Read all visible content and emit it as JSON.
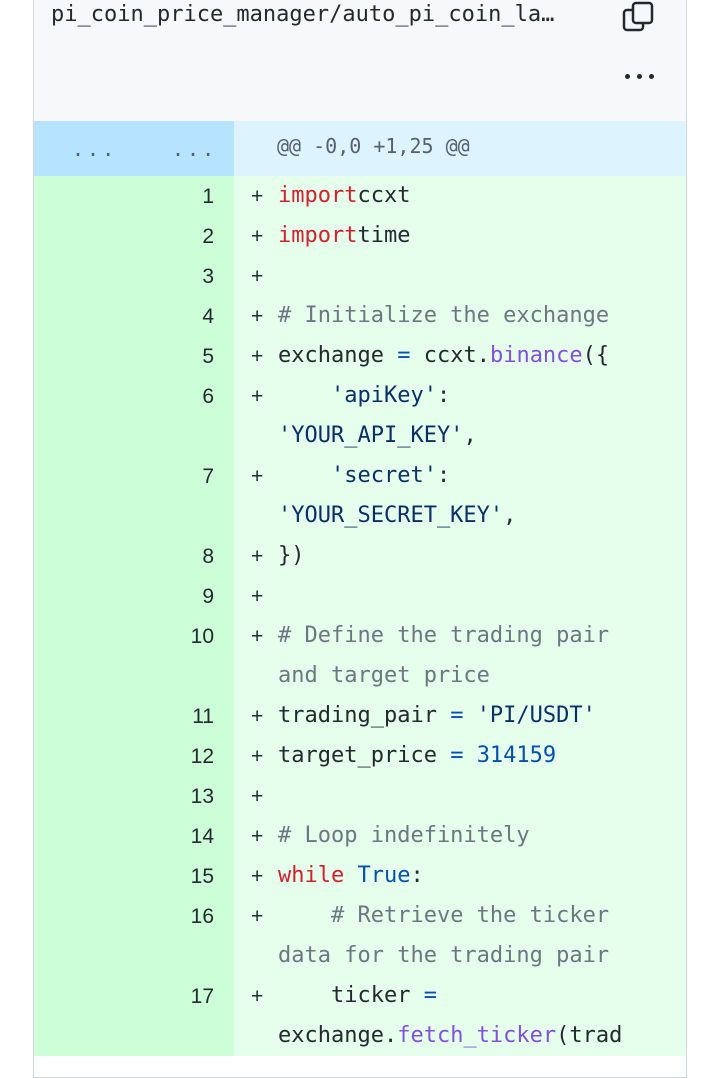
{
  "file": {
    "path": "pi_coin_price_manager/auto_pi_coin_la…",
    "copy_icon": "copy-icon",
    "more_icon": "kebab-horizontal-icon"
  },
  "hunk": {
    "left_expander": "...",
    "right_expander": "...",
    "header": "@@ -0,0 +1,25 @@"
  },
  "colors": {
    "added_gutter": "#ccffd8",
    "added_code": "#e6ffec",
    "hunk_bg": "#ddf4ff",
    "keyword": "#cf222e",
    "string": "#0a3069",
    "function": "#8250df",
    "comment": "#6e7781"
  },
  "lines": [
    {
      "n": "1",
      "marker": "+",
      "parts": [
        [
          "kw",
          "import"
        ],
        [
          "",
          "ccxt"
        ]
      ]
    },
    {
      "n": "2",
      "marker": "+",
      "parts": [
        [
          "kw",
          "import"
        ],
        [
          "",
          "time"
        ]
      ]
    },
    {
      "n": "3",
      "marker": "+",
      "parts": []
    },
    {
      "n": "4",
      "marker": "+",
      "parts": [
        [
          "com",
          "# Initialize the exchange"
        ]
      ]
    },
    {
      "n": "5",
      "marker": "+",
      "parts": [
        [
          "",
          "exchange "
        ],
        [
          "op",
          "="
        ],
        [
          "",
          " ccxt."
        ],
        [
          "fn",
          "binance"
        ],
        [
          "",
          "({"
        ]
      ]
    },
    {
      "n": "6",
      "marker": "+",
      "parts": [
        [
          "",
          "    "
        ],
        [
          "str",
          "'apiKey'"
        ],
        [
          "",
          ":"
        ]
      ],
      "wrap": [
        [
          "str",
          "'YOUR_API_KEY'"
        ],
        [
          "",
          ","
        ]
      ]
    },
    {
      "n": "7",
      "marker": "+",
      "parts": [
        [
          "",
          "    "
        ],
        [
          "str",
          "'secret'"
        ],
        [
          "",
          ":"
        ]
      ],
      "wrap": [
        [
          "str",
          "'YOUR_SECRET_KEY'"
        ],
        [
          "",
          ","
        ]
      ]
    },
    {
      "n": "8",
      "marker": "+",
      "parts": [
        [
          "",
          "})"
        ]
      ]
    },
    {
      "n": "9",
      "marker": "+",
      "parts": []
    },
    {
      "n": "10",
      "marker": "+",
      "parts": [
        [
          "com",
          "# Define the trading pair"
        ]
      ],
      "wrap": [
        [
          "com",
          "and target price"
        ]
      ],
      "wrap_indent": 0
    },
    {
      "n": "11",
      "marker": "+",
      "parts": [
        [
          "",
          "trading_pair "
        ],
        [
          "op",
          "="
        ],
        [
          "",
          " "
        ],
        [
          "str",
          "'PI/USDT'"
        ]
      ]
    },
    {
      "n": "12",
      "marker": "+",
      "parts": [
        [
          "",
          "target_price "
        ],
        [
          "op",
          "="
        ],
        [
          "",
          " "
        ],
        [
          "num-lit",
          "314159"
        ]
      ]
    },
    {
      "n": "13",
      "marker": "+",
      "parts": []
    },
    {
      "n": "14",
      "marker": "+",
      "parts": [
        [
          "com",
          "# Loop indefinitely"
        ]
      ]
    },
    {
      "n": "15",
      "marker": "+",
      "parts": [
        [
          "kw",
          "while"
        ],
        [
          "",
          " "
        ],
        [
          "num-lit",
          "True"
        ],
        [
          "",
          ":"
        ]
      ]
    },
    {
      "n": "16",
      "marker": "+",
      "parts": [
        [
          "",
          "    "
        ],
        [
          "com",
          "# Retrieve the ticker"
        ]
      ],
      "wrap": [
        [
          "com",
          "data for the trading pair"
        ]
      ],
      "wrap_indent": 0
    },
    {
      "n": "17",
      "marker": "+",
      "parts": [
        [
          "",
          "    ticker "
        ],
        [
          "op",
          "="
        ]
      ],
      "wrap": [
        [
          "",
          "exchange."
        ],
        [
          "fn",
          "fetch_ticker"
        ],
        [
          "",
          "(trad"
        ]
      ],
      "wrap_indent": 0
    }
  ]
}
